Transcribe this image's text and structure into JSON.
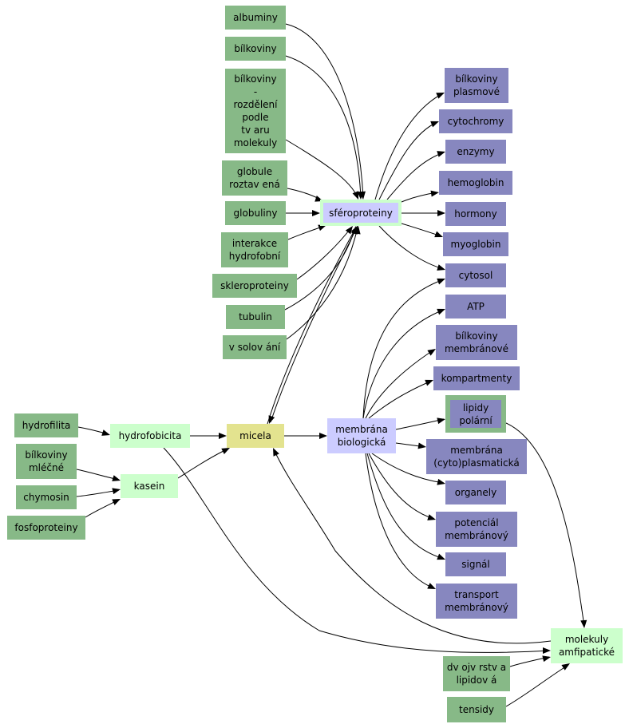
{
  "nodes": {
    "albuminy": "albuminy",
    "bilkoviny": "bílkoviny",
    "bilkoviny_rozdeleni": "bílkoviny\n-\nrozdělení\npodle\ntv aru\nmolekuly",
    "globule": "globule\nroztav ená",
    "globuliny": "globuliny",
    "interakce": "interakce\nhydrofobní",
    "skleroproteiny": "skleroproteiny",
    "tubulin": "tubulin",
    "vsolovani": "v solov ání",
    "sferoproteiny": "sféroproteiny",
    "bilkoviny_plasmove": "bílkoviny\nplasmové",
    "cytochromy": "cytochromy",
    "enzymy": "enzymy",
    "hemoglobin": "hemoglobin",
    "hormony": "hormony",
    "myoglobin": "myoglobin",
    "cytosol": "cytosol",
    "atp": "ATP",
    "bilkoviny_membranove": "bílkoviny\nmembránové",
    "kompartmenty": "kompartmenty",
    "lipidy": "lipidy\npolární",
    "membrana_cyto": "membrána\n(cyto)plasmatická",
    "organely": "organely",
    "potencial": "potenciál\nmembránový",
    "signal": "signál",
    "transport": "transport\nmembránový",
    "membrana_biologicka": "membrána\nbiologická",
    "micela": "micela",
    "hydrofilita": "hydrofilita",
    "hydrofobicita": "hydrofobicita",
    "bilkoviny_mlecne": "bílkoviny\nmléčné",
    "chymosin": "chymosin",
    "fosfoproteiny": "fosfoproteiny",
    "kasein": "kasein",
    "molekuly": "molekuly\namfipatické",
    "dvojvrstva": "dv ojv rstv a\nlipidov á",
    "tensidy": "tensidy"
  },
  "colors": {
    "concept": "#87b987",
    "hub": "#ccffcc",
    "member": "#8787bf",
    "center": "#ccccff",
    "micela": "#e3e38f"
  }
}
